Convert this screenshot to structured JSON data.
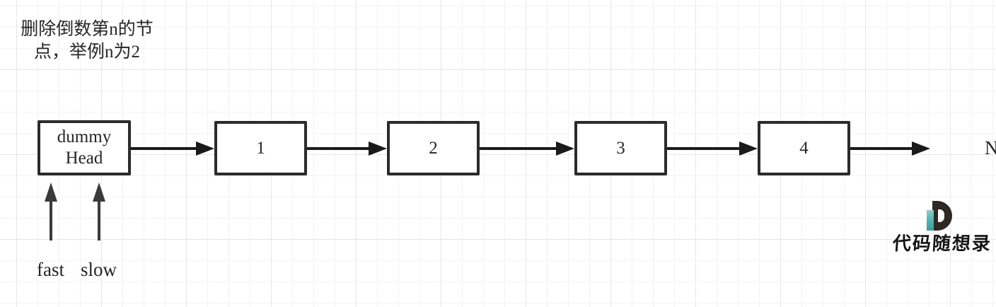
{
  "title": {
    "lines": [
      "删除倒数第n的节",
      "点，举例n为2"
    ]
  },
  "linked_list": {
    "nodes": [
      {
        "label": "dummy\nHead"
      },
      {
        "label": "1"
      },
      {
        "label": "2"
      },
      {
        "label": "3"
      },
      {
        "label": "4"
      }
    ],
    "tail_label": "N",
    "next_pointer_count": 5
  },
  "pointers": {
    "fast_label": "fast",
    "slow_label": "slow"
  },
  "logo": {
    "text": "代码随想录",
    "icon": "d-logo"
  },
  "icons": {
    "arrowhead": "►",
    "pointer_up": "▲"
  },
  "colors": {
    "background": "#ffffff",
    "grid_minor": "#f3f3f6",
    "grid_major": "#e7e7eb",
    "stroke": "#1a1a1a",
    "box_border": "#2b2b2b",
    "text": "#262626",
    "logo_dark": "#2e2723",
    "logo_teal": "#4fafad"
  }
}
